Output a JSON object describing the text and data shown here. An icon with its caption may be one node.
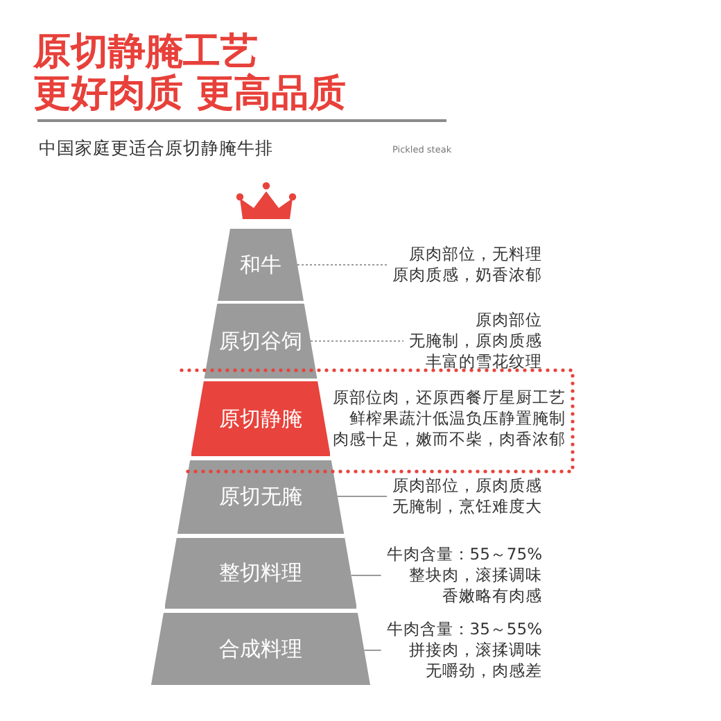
{
  "diagram": {
    "title": "原切静腌工艺",
    "nodes": [
      {
        "text": [
          "和牛"
        ]
      },
      {
        "text": [
          "原肉部位，无料理",
          "原肉质感，奶香浓郁"
        ]
      },
      {
        "text": [
          "原切谷饲"
        ]
      },
      {
        "text": [
          "原肉部位",
          "无腌制，原肉质感",
          "丰富的雪花纹理"
        ]
      },
      {
        "text": [
          "原切静腌"
        ],
        "beside": [
          "原部位肉，还原西餐厅星厨工艺",
          "鲜榨果蔬汁低温负压静置腌制",
          "肉感十足，嫩而不柴，肉香浓郁"
        ]
      },
      {
        "text": [
          "原切无腌"
        ]
      },
      {
        "text": [
          "原肉部位，原肉质感",
          "无腌制，烹饪难度大"
        ]
      },
      {
        "text": [
          "整切料理"
        ]
      },
      {
        "text": [
          "牛肉含量：55～75%",
          "整块肉，滚揉调味",
          "香嫩略有肉感"
        ]
      },
      {
        "text": [
          "合成料理"
        ]
      },
      {
        "text": [
          "牛肉含量：35～55%",
          "拼接肉，滚揉调味",
          "无嚼劲，肉感差"
        ]
      }
    ],
    "edges": [
      {
        "from": 0,
        "to": 1,
        "arrow": "none",
        "style": "dashed"
      },
      {
        "from": 2,
        "to": 3,
        "arrow": "none",
        "style": "dashed"
      },
      {
        "from": 5,
        "to": 6,
        "arrow": "none"
      },
      {
        "from": 7,
        "to": 8,
        "arrow": "none"
      },
      {
        "from": 9,
        "to": 10,
        "arrow": "none"
      }
    ],
    "labels": [
      "更好肉质 更高品质",
      "中国家庭更适合原切静腌牛排",
      "Pickled steak"
    ]
  }
}
